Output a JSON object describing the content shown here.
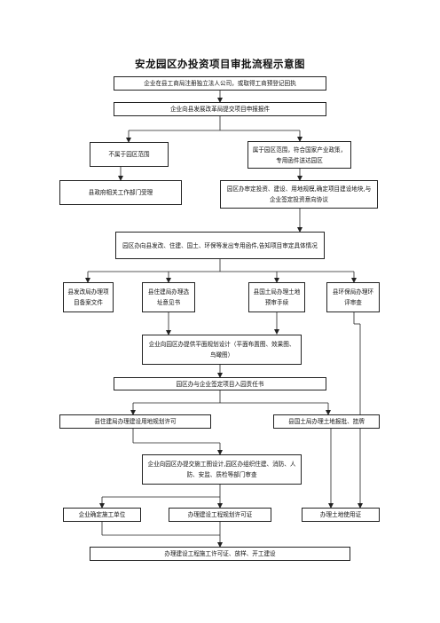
{
  "title": "安龙园区办投资项目审批流程示意图",
  "boxes": {
    "b1": "企业在县工商局注册独立法人公司，或取得工商预登记回执",
    "b2": "企业向县发展改革局提交项目申报报件",
    "b3": "不属于园区范围",
    "b4": "属于园区范围，符合国家产业政策，专用函件送达园区",
    "b5": "县政府相关工作部门受理",
    "b6": "园区办审定投资、建设、用地规模,确定项目建设地块,与企业签定投资意向协议",
    "b7": "园区办向县发改、住建、国土、环保等发出专用函件,告知项目审定具体情况",
    "b8": "县发改局办理项目备案文件",
    "b9": "县住建局办理选址意见书",
    "b10": "县国土局办理土地预审手续",
    "b11": "县环保局办理环评审查",
    "b12": "企业向园区办提供平面规划设计（平面布置图、效果图、鸟瞰图）",
    "b13": "园区办与企业签定项目入园责任书",
    "b14": "县住建局办理建设用地规划许可",
    "b15": "县国土局办理土地报批、挂牌",
    "b16": "企业向园区办提交施工图设计,园区办组织住建、消防、人防、安监、质检等部门审查",
    "b17": "企业确定施工单位",
    "b18": "办理建设工程规划许可证",
    "b19": "办理土地使用证",
    "b20": "办理建设工程施工许可证、放样、开工建设"
  }
}
